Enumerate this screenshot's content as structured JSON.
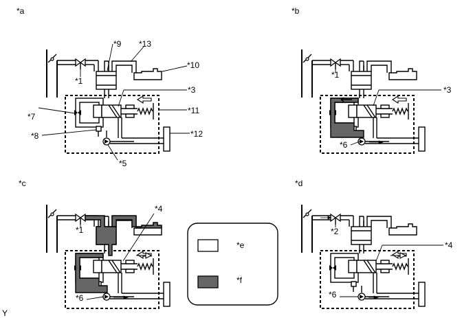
{
  "colors": {
    "line": "#000000",
    "fluid": "#666666",
    "paper": "#ffffff"
  },
  "panels": [
    {
      "label": "*a",
      "markers": [
        "*9",
        "*13",
        "*10",
        "*1",
        "*3",
        "*11",
        "*7",
        "*8",
        "*12",
        "*5"
      ]
    },
    {
      "label": "*b",
      "markers": [
        "*1",
        "*3",
        "*6"
      ]
    },
    {
      "label": "*c",
      "markers": [
        "*4",
        "*1",
        "*6"
      ]
    },
    {
      "label": "*d",
      "markers": [
        "*2",
        "*4",
        "*6"
      ]
    }
  ],
  "legend": [
    {
      "marker": "*e",
      "fill": "#ffffff"
    },
    {
      "marker": "*f",
      "fill": "#666666"
    }
  ],
  "corner_code": "Y"
}
